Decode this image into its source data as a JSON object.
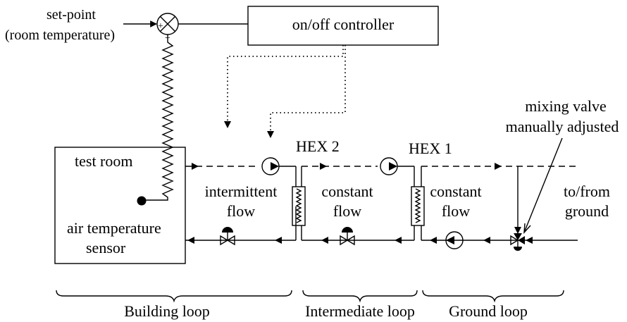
{
  "labels": {
    "setpoint_line1": "set-point",
    "setpoint_line2": "(room temperature)",
    "controller": "on/off controller",
    "test_room": "test room",
    "air_sensor_line1": "air temperature",
    "air_sensor_line2": "sensor",
    "hex2": "HEX 2",
    "hex1": "HEX 1",
    "intermittent_line1": "intermittent",
    "intermittent_line2": "flow",
    "constant1_line1": "constant",
    "constant1_line2": "flow",
    "constant2_line1": "constant",
    "constant2_line2": "flow",
    "mixing_line1": "mixing valve",
    "mixing_line2": "manually adjusted",
    "ground_line1": "to/from",
    "ground_line2": "ground",
    "comparator_plus": "+",
    "comparator_minus": "−"
  },
  "loops": {
    "building": "Building loop",
    "intermediate": "Intermediate loop",
    "ground": "Ground loop"
  }
}
